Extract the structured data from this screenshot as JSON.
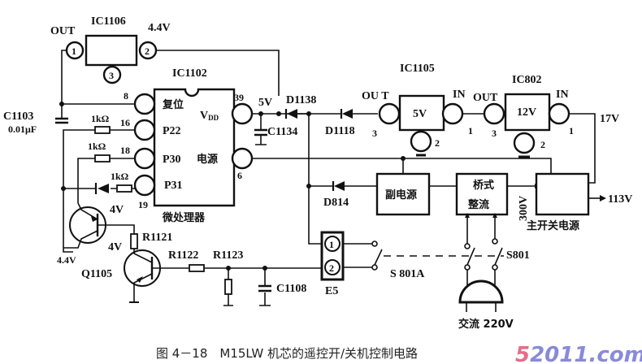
{
  "figure": {
    "caption": "图 4－18　M15LW 机芯的遥控开/关机控制电路",
    "watermark": "52011.com",
    "watermark_color": "#e86a8a",
    "watermark_color2": "#8a8ad8"
  },
  "ic1106": {
    "name": "IC1106",
    "out_label": "OUT",
    "voltage": "4.4V",
    "pins": [
      "1",
      "2",
      "3"
    ]
  },
  "ic1102": {
    "name": "IC1102",
    "subtitle": "微处理器",
    "pin_labels": {
      "reset": "复位",
      "p22": "P22",
      "p30": "P30",
      "p31": "P31",
      "vdd": "V",
      "vdd_sub": "DD",
      "power": "电源"
    },
    "pin_numbers": {
      "reset": "8",
      "p22": "16",
      "p30": "18",
      "p31": "19",
      "vdd": "39",
      "power": "6"
    }
  },
  "c1103": {
    "name": "C1103",
    "value": "0.01μF"
  },
  "resistors": {
    "r16": "1kΩ",
    "r18": "1kΩ",
    "r19": "1kΩ",
    "r1121": "R1121",
    "r1122": "R1122",
    "r1123": "R1123"
  },
  "c1134": {
    "name": "C1134",
    "voltage": "5V"
  },
  "c1108": {
    "name": "C1108"
  },
  "diodes": {
    "d1138": "D1138",
    "d1118": "D1118",
    "d814": "D814"
  },
  "ic1105": {
    "name": "IC1105",
    "body": "5V",
    "out_label": "OU T",
    "in_label": "IN",
    "pin_out": "3",
    "pin_in": "1",
    "pin_gnd": "2"
  },
  "ic802": {
    "name": "IC802",
    "body": "12V",
    "out_label": "OUT",
    "in_label": "IN",
    "pin_out": "3",
    "pin_in": "1",
    "pin_gnd": "2"
  },
  "voltages": {
    "v17": "17V",
    "v113": "113V",
    "v300": "300V",
    "q_top_4v": "4V",
    "q_top_44v": "4.4V",
    "q1105_4v": "4V"
  },
  "blocks": {
    "aux_power": "副电源",
    "bridge_line1": "桥式",
    "bridge_line2": "整流",
    "main_smps": "主开关电源"
  },
  "q1105": {
    "name": "Q1105"
  },
  "e5": {
    "name": "E5",
    "pins": [
      "1",
      "2"
    ]
  },
  "switches": {
    "s801a": "S 801A",
    "s801": "S801"
  },
  "ac": {
    "label": "交流 220V"
  }
}
